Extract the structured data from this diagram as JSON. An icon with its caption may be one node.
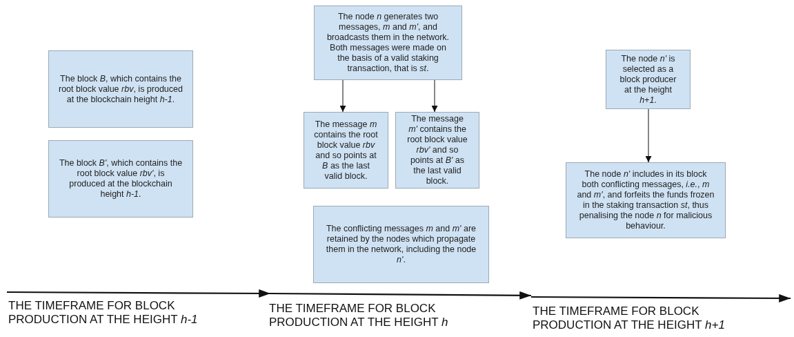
{
  "diagram": {
    "nodes": [
      {
        "text": [
          "The block *B*, which contains the root block value *rbv*, is produced at the blockchain height *h-1*."
        ]
      },
      {
        "text": [
          "The block *B'*, which contains the root block value *rbv'*, is produced at the blockchain height *h-1*."
        ]
      },
      {
        "text": [
          "The node *n* generates two messages, *m* and *m'*, and broadcasts them in the network. Both messages were made on the basis of a valid staking transaction, that is *st*."
        ]
      },
      {
        "text": [
          "The message *m* contains the root block value *rbv* and so points at *B* as the last valid block."
        ]
      },
      {
        "text": [
          "The message *m'* contains the root block value *rbv'* and so points at *B'* as the last valid block."
        ]
      },
      {
        "text": [
          "The conflicting messages *m* and *m'* are retained by the nodes which propagate them in the network, including the node *n'*."
        ]
      },
      {
        "text": [
          "The node *n'* is selected as a block producer at the height *h+1*."
        ]
      },
      {
        "text": [
          "The node *n'* includes in its block both conflicting messages, *i.e.*, *m* and *m'*, and forfeits the funds frozen in the staking transaction *st*, thus penalising the node *n* for malicious behaviour."
        ]
      }
    ],
    "edges": [
      {
        "from": 2,
        "to": 3,
        "arrow": "to"
      },
      {
        "from": 2,
        "to": 4,
        "arrow": "to"
      },
      {
        "from": 6,
        "to": 7,
        "arrow": "to"
      }
    ],
    "labels": [
      "THE TIMEFRAME FOR BLOCK PRODUCTION AT THE HEIGHT *h-1*",
      "THE TIMEFRAME FOR BLOCK PRODUCTION AT THE HEIGHT *h*",
      "THE TIMEFRAME FOR BLOCK PRODUCTION AT THE HEIGHT *h+1*"
    ]
  }
}
